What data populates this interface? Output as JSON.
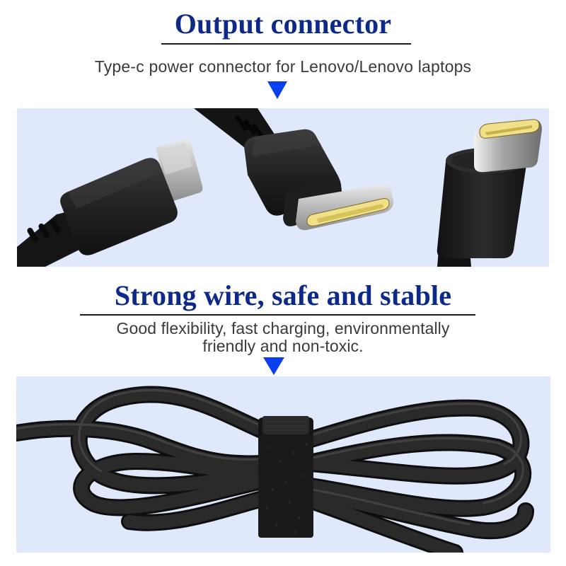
{
  "section1": {
    "title": "Output connector",
    "subtitle": "Type-c power connector for Lenovo/Lenovo laptops",
    "arrow_icon": "down-triangle-icon",
    "image": {
      "description": "Three black USB Type-C connectors with metal tips and gold inner contacts",
      "connectors": [
        "left-angled-plug",
        "center-plug-gold-tip",
        "right-upright-plug-gold-tip"
      ]
    }
  },
  "section2": {
    "title": "Strong wire, safe and stable",
    "subtitle_lines": [
      "Good flexibility, fast charging, environmentally",
      "friendly and non-toxic."
    ],
    "arrow_icon": "down-triangle-icon",
    "image": {
      "description": "Coiled black cable bundled with a black velcro strap"
    }
  },
  "colors": {
    "heading": "#0d2a8a",
    "subtitle": "#3a3a3a",
    "arrow": "#0a3ff0",
    "panel_background": "#dfe9fb",
    "cable": "#1c1c1c",
    "metal": "#c9c9c9",
    "gold": "#e9d86a"
  }
}
